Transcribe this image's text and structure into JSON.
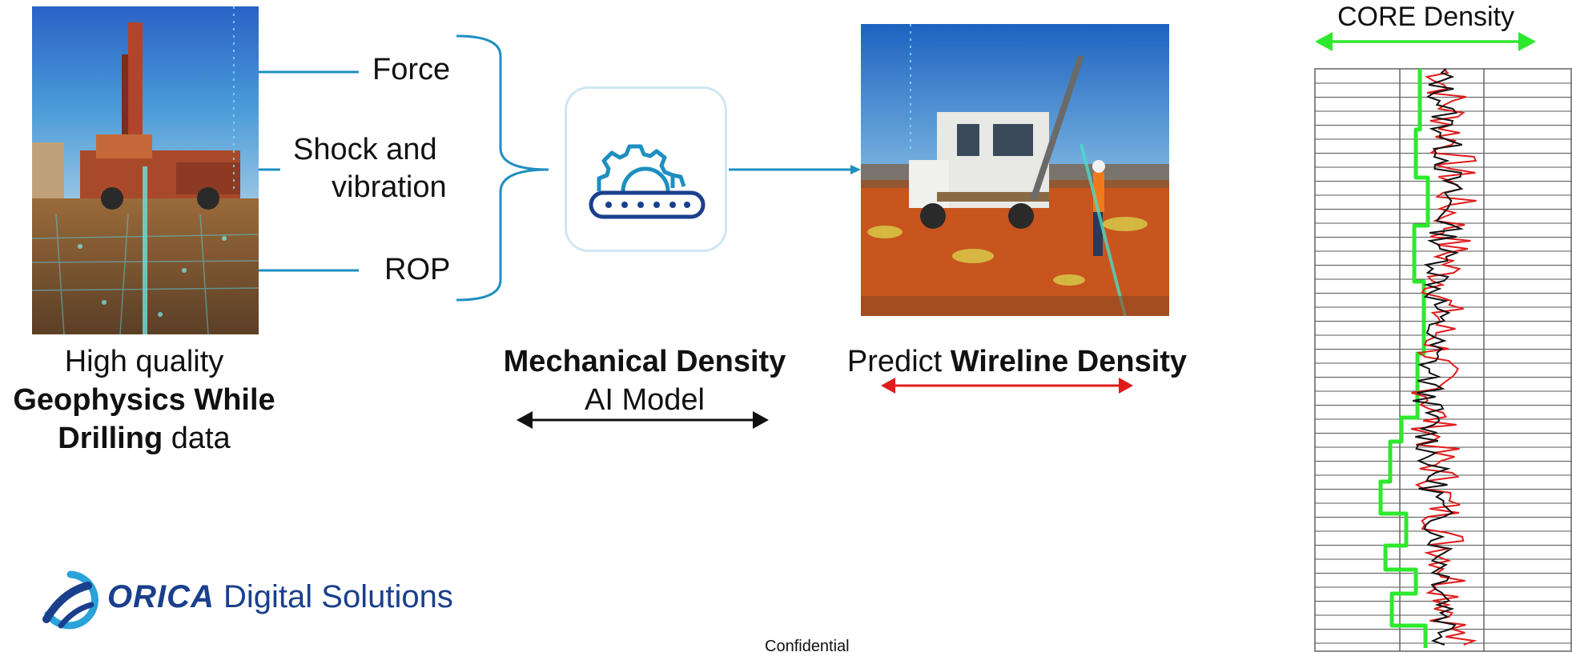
{
  "inputs": {
    "force": "Force",
    "shock": [
      "Shock and",
      "vibration"
    ],
    "rop": "ROP"
  },
  "left_caption": {
    "line1": "High quality",
    "line2": "Geophysics While",
    "line3_bold": "Drilling",
    "line3_rest": " data"
  },
  "model_caption": {
    "line1": "Mechanical Density",
    "line2": "AI Model"
  },
  "predict_caption": {
    "prefix": "Predict ",
    "bold": "Wireline Density"
  },
  "core_label": "CORE Density",
  "logo": {
    "brand": "ORICA",
    "rest": " Digital Solutions"
  },
  "footer": "Confidential",
  "icon": "gear-conveyor-icon",
  "colors": {
    "accent_blue": "#1e8fc0",
    "green": "#2ee82e",
    "red": "#e01b1b",
    "black": "#111111",
    "logo_navy": "#1a3f8c"
  }
}
